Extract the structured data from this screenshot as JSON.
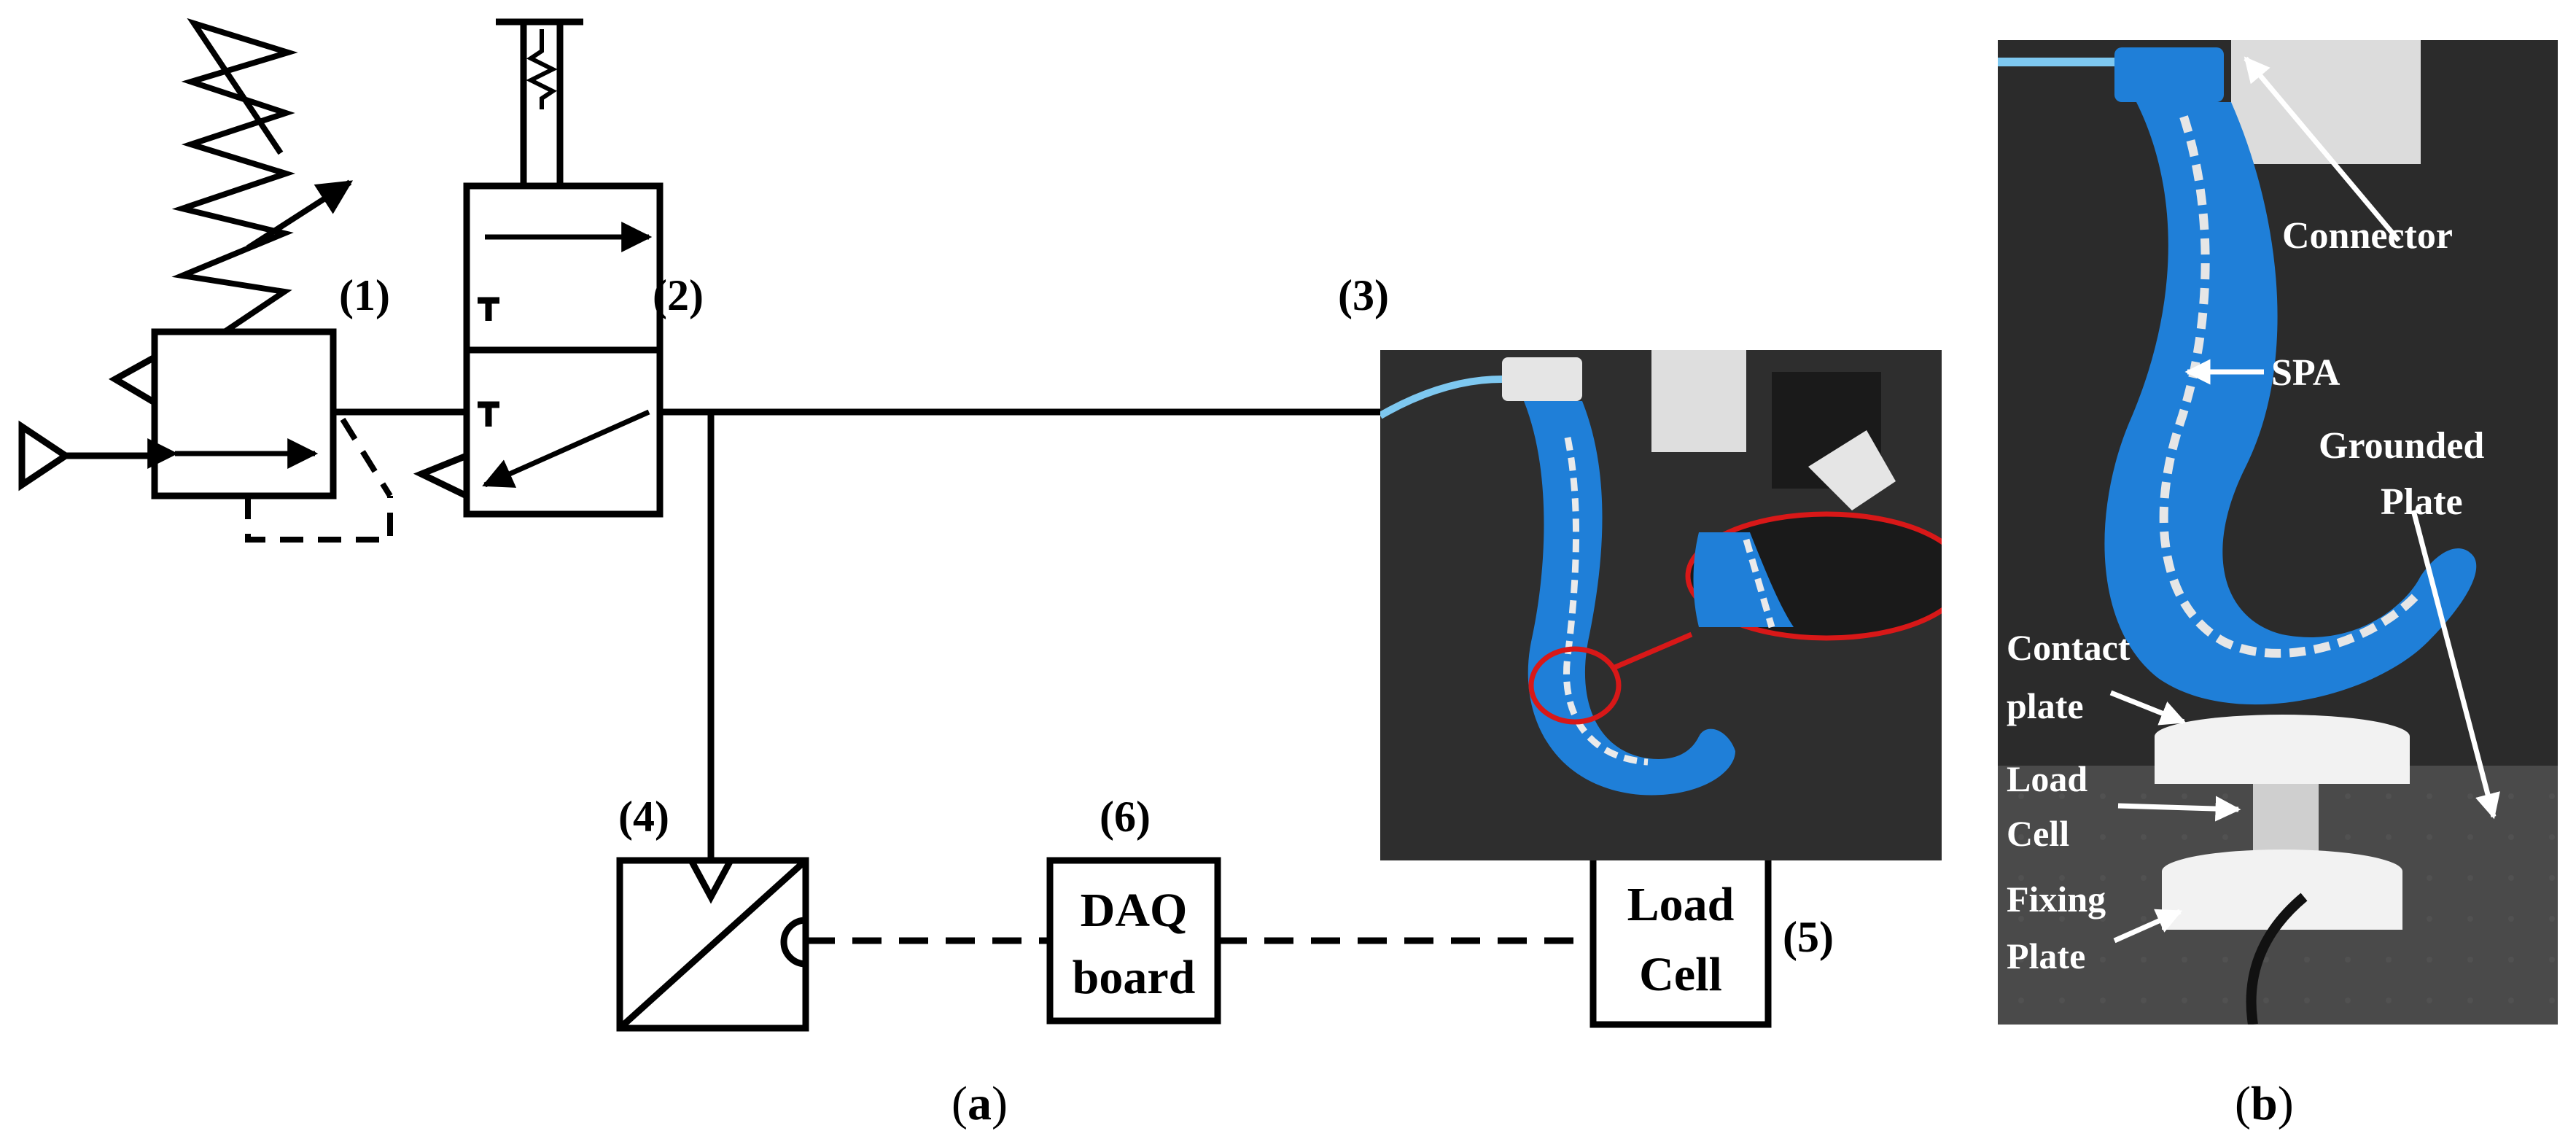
{
  "labels": {
    "n1": "(1)",
    "n2": "(2)",
    "n3": "(3)",
    "n4": "(4)",
    "n5": "(5)",
    "n6": "(6)"
  },
  "blocks": {
    "daq_line1": "DAQ",
    "daq_line2": "board",
    "load_line1": "Load",
    "load_line2": "Cell"
  },
  "captions": {
    "a_open": "(",
    "a_letter": "a",
    "a_close": ")",
    "b_open": "(",
    "b_letter": "b",
    "b_close": ")"
  },
  "photo_b": {
    "connector": "Connector",
    "spa": "SPA",
    "grounded_1": "Grounded",
    "grounded_2": "Plate",
    "contact_1": "Contact",
    "contact_2": "plate",
    "load_1": "Load",
    "load_2": "Cell",
    "fixing_1": "Fixing",
    "fixing_2": "Plate"
  },
  "colors": {
    "line": "#000000",
    "photo_bg": "#2b2b2b",
    "actuator": "#1f7fd8",
    "highlight": "#d81818",
    "tube": "#7ec8f0",
    "label_text": "#ffffff"
  }
}
